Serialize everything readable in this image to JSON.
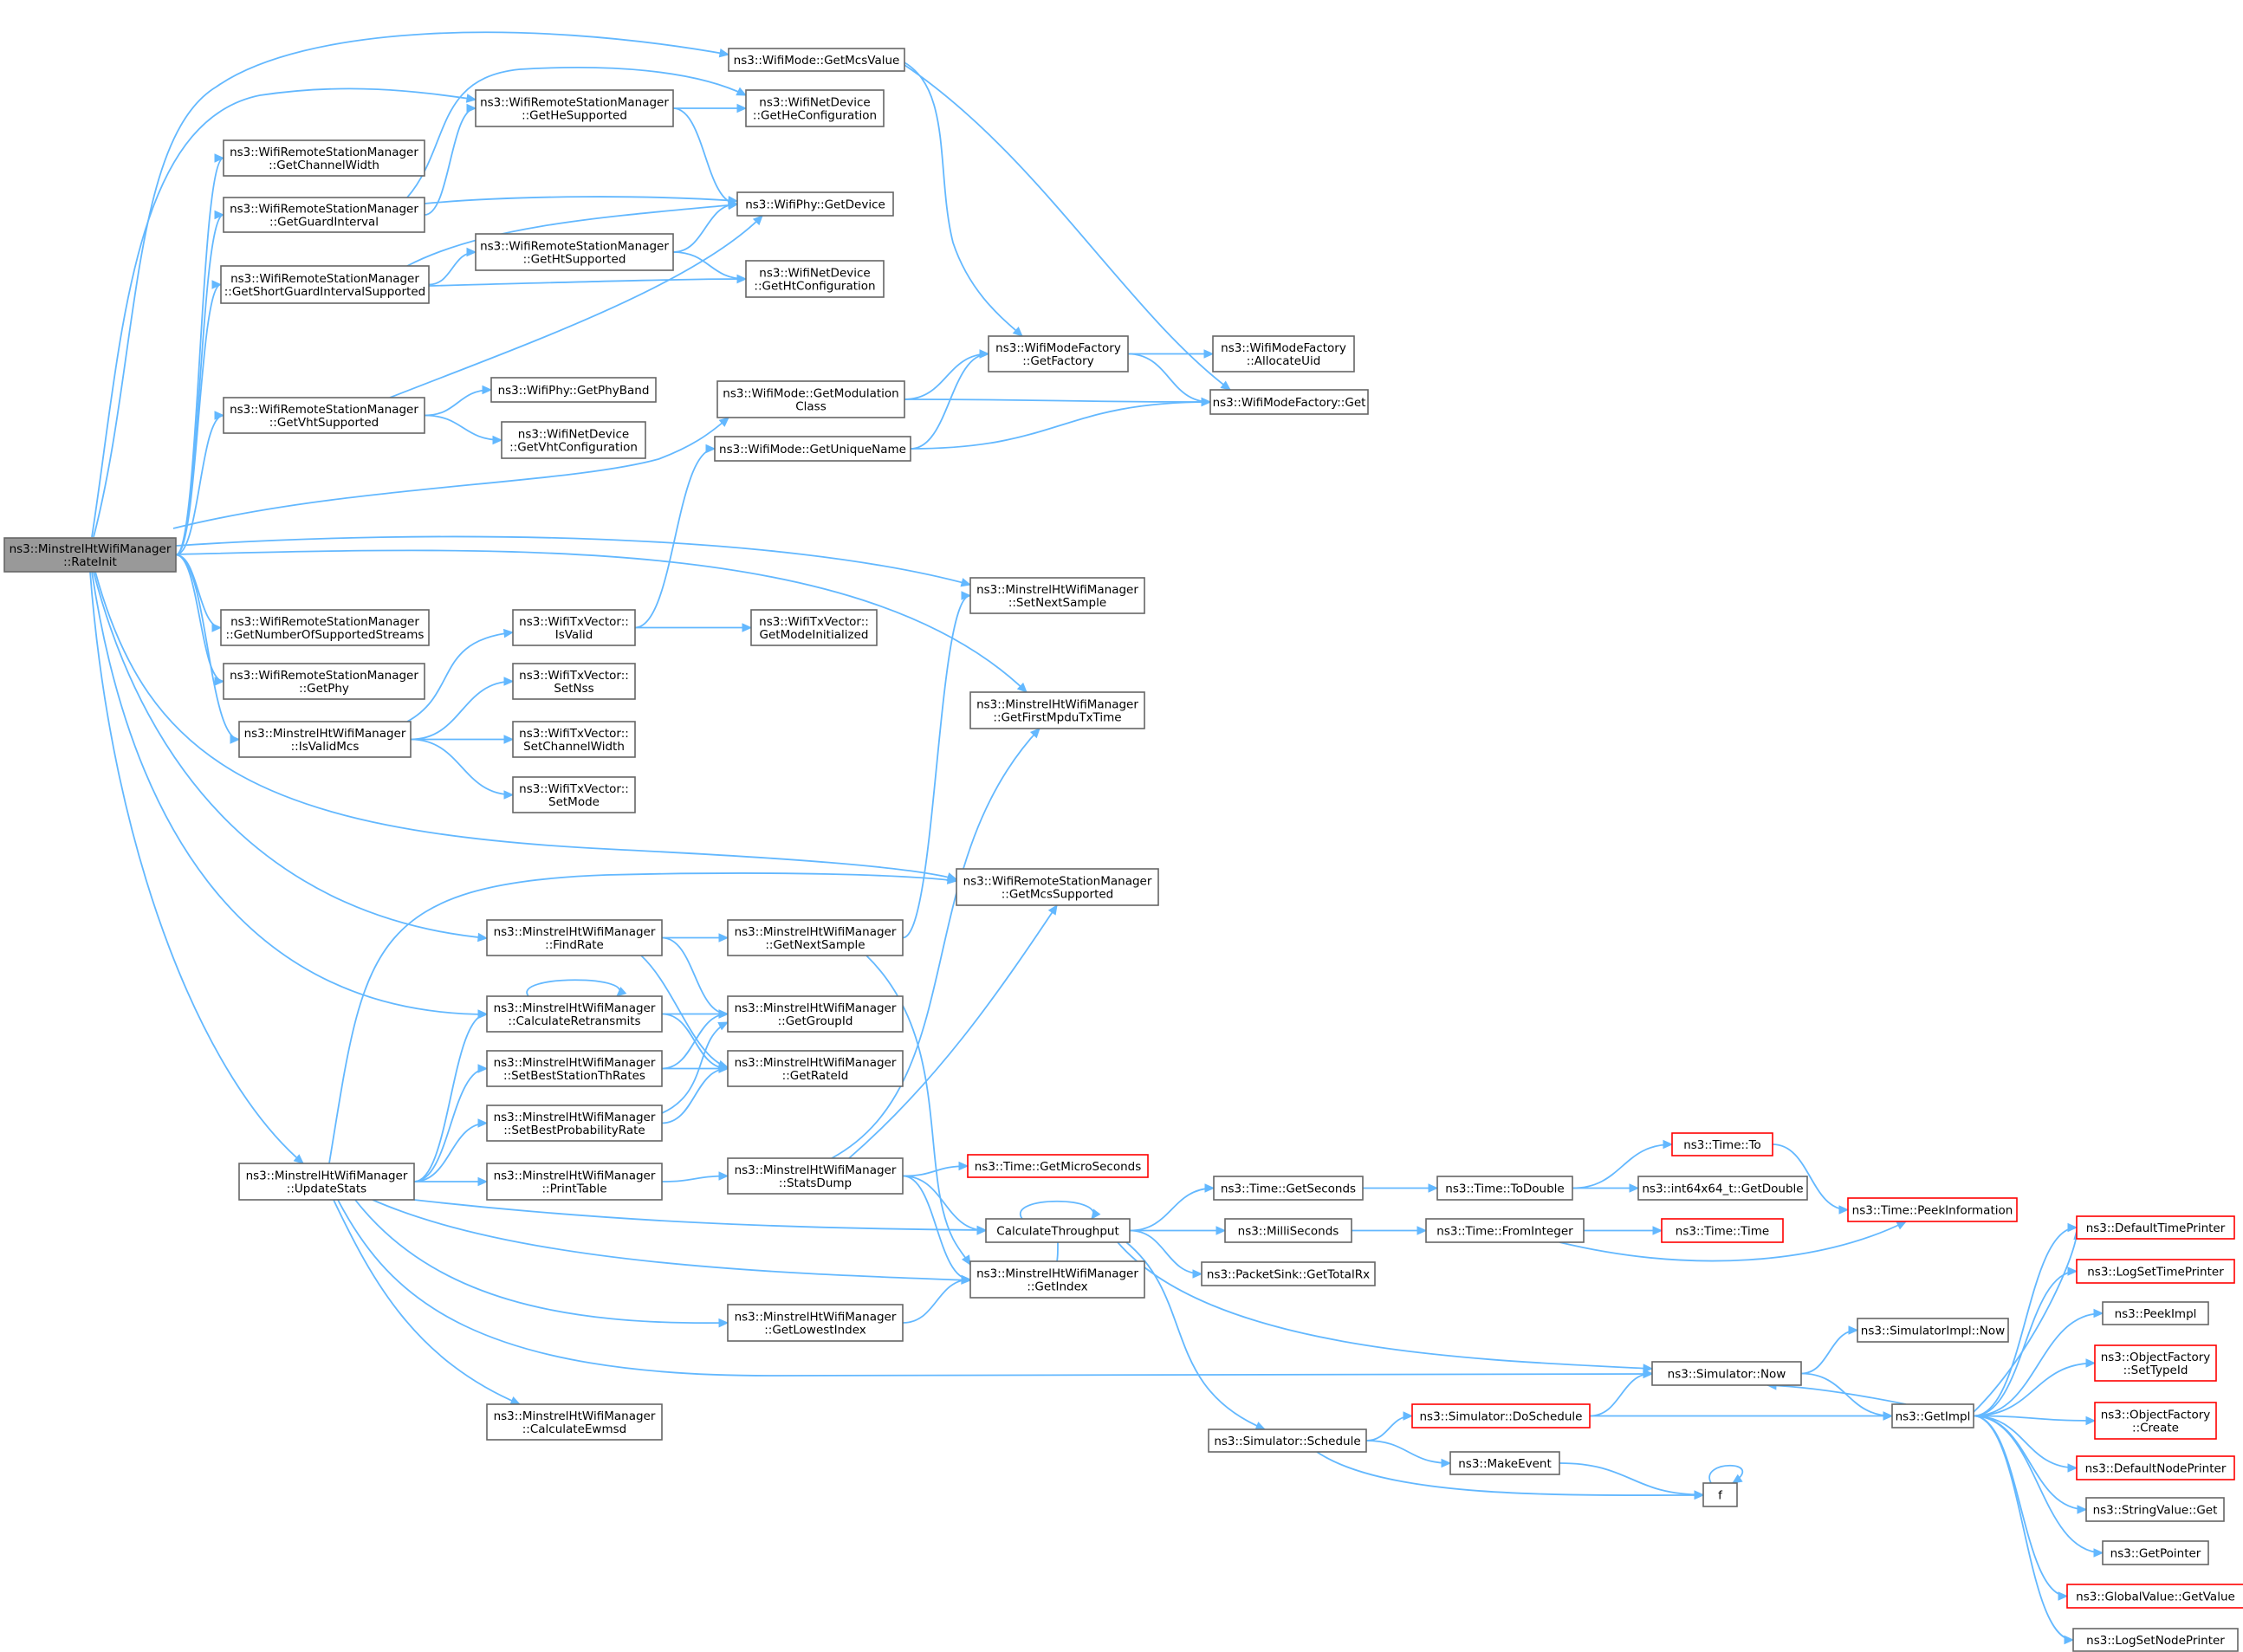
{
  "colors": {
    "edge": "#63b8ff",
    "node_border": "#666666",
    "node_border_red": "#ff0000",
    "root_fill": "#999999"
  },
  "nodes": {
    "root": {
      "lines": [
        "ns3::MinstrelHtWifiManager",
        "::RateInit"
      ]
    },
    "getMcsValue": {
      "lines": [
        "ns3::WifiMode::GetMcsValue"
      ]
    },
    "getHeSupported": {
      "lines": [
        "ns3::WifiRemoteStationManager",
        "::GetHeSupported"
      ]
    },
    "getHeConfiguration": {
      "lines": [
        "ns3::WifiNetDevice",
        "::GetHeConfiguration"
      ]
    },
    "getChannelWidth": {
      "lines": [
        "ns3::WifiRemoteStationManager",
        "::GetChannelWidth"
      ]
    },
    "getGuardInterval": {
      "lines": [
        "ns3::WifiRemoteStationManager",
        "::GetGuardInterval"
      ]
    },
    "getDevice": {
      "lines": [
        "ns3::WifiPhy::GetDevice"
      ]
    },
    "getShortGI": {
      "lines": [
        "ns3::WifiRemoteStationManager",
        "::GetShortGuardIntervalSupported"
      ]
    },
    "getHtSupported": {
      "lines": [
        "ns3::WifiRemoteStationManager",
        "::GetHtSupported"
      ]
    },
    "getHtConfiguration": {
      "lines": [
        "ns3::WifiNetDevice",
        "::GetHtConfiguration"
      ]
    },
    "getFactory": {
      "lines": [
        "ns3::WifiModeFactory",
        "::GetFactory"
      ]
    },
    "allocateUid": {
      "lines": [
        "ns3::WifiModeFactory",
        "::AllocateUid"
      ]
    },
    "getModulationClass": {
      "lines": [
        "ns3::WifiMode::GetModulation",
        "Class"
      ]
    },
    "wifiModeFactoryGet": {
      "lines": [
        "ns3::WifiModeFactory::Get"
      ]
    },
    "getVhtSupported": {
      "lines": [
        "ns3::WifiRemoteStationManager",
        "::GetVhtSupported"
      ]
    },
    "getPhyBand": {
      "lines": [
        "ns3::WifiPhy::GetPhyBand"
      ]
    },
    "getVhtConfiguration": {
      "lines": [
        "ns3::WifiNetDevice",
        "::GetVhtConfiguration"
      ]
    },
    "getUniqueName": {
      "lines": [
        "ns3::WifiMode::GetUniqueName"
      ]
    },
    "setNextSample": {
      "lines": [
        "ns3::MinstrelHtWifiManager",
        "::SetNextSample"
      ]
    },
    "getNumSupportedStreams": {
      "lines": [
        "ns3::WifiRemoteStationManager",
        "::GetNumberOfSupportedStreams"
      ]
    },
    "isValid": {
      "lines": [
        "ns3::WifiTxVector::",
        "IsValid"
      ]
    },
    "getModeInitialized": {
      "lines": [
        "ns3::WifiTxVector::",
        "GetModeInitialized"
      ]
    },
    "getPhy": {
      "lines": [
        "ns3::WifiRemoteStationManager",
        "::GetPhy"
      ]
    },
    "setNss": {
      "lines": [
        "ns3::WifiTxVector::",
        "SetNss"
      ]
    },
    "getFirstMpduTxTime": {
      "lines": [
        "ns3::MinstrelHtWifiManager",
        "::GetFirstMpduTxTime"
      ]
    },
    "isValidMcs": {
      "lines": [
        "ns3::MinstrelHtWifiManager",
        "::IsValidMcs"
      ]
    },
    "setChannelWidth": {
      "lines": [
        "ns3::WifiTxVector::",
        "SetChannelWidth"
      ]
    },
    "setMode": {
      "lines": [
        "ns3::WifiTxVector::",
        "SetMode"
      ]
    },
    "getMcsSupported": {
      "lines": [
        "ns3::WifiRemoteStationManager",
        "::GetMcsSupported"
      ]
    },
    "findRate": {
      "lines": [
        "ns3::MinstrelHtWifiManager",
        "::FindRate"
      ]
    },
    "getNextSample": {
      "lines": [
        "ns3::MinstrelHtWifiManager",
        "::GetNextSample"
      ]
    },
    "calcRetransmits": {
      "lines": [
        "ns3::MinstrelHtWifiManager",
        "::CalculateRetransmits"
      ]
    },
    "getGroupId": {
      "lines": [
        "ns3::MinstrelHtWifiManager",
        "::GetGroupId"
      ]
    },
    "setBestStationThRates": {
      "lines": [
        "ns3::MinstrelHtWifiManager",
        "::SetBestStationThRates"
      ]
    },
    "getRateId": {
      "lines": [
        "ns3::MinstrelHtWifiManager",
        "::GetRateId"
      ]
    },
    "setBestProbRate": {
      "lines": [
        "ns3::MinstrelHtWifiManager",
        "::SetBestProbabilityRate"
      ]
    },
    "updateStats": {
      "lines": [
        "ns3::MinstrelHtWifiManager",
        "::UpdateStats"
      ]
    },
    "printTable": {
      "lines": [
        "ns3::MinstrelHtWifiManager",
        "::PrintTable"
      ]
    },
    "statsDump": {
      "lines": [
        "ns3::MinstrelHtWifiManager",
        "::StatsDump"
      ]
    },
    "getMicroSeconds": {
      "lines": [
        "ns3::Time::GetMicroSeconds"
      ]
    },
    "timeTo": {
      "lines": [
        "ns3::Time::To"
      ]
    },
    "getSeconds": {
      "lines": [
        "ns3::Time::GetSeconds"
      ]
    },
    "toDouble": {
      "lines": [
        "ns3::Time::ToDouble"
      ]
    },
    "int64GetDouble": {
      "lines": [
        "ns3::int64x64_t::GetDouble"
      ]
    },
    "peekInformation": {
      "lines": [
        "ns3::Time::PeekInformation"
      ]
    },
    "calcThroughput": {
      "lines": [
        "CalculateThroughput"
      ]
    },
    "milliSeconds": {
      "lines": [
        "ns3::MilliSeconds"
      ]
    },
    "fromInteger": {
      "lines": [
        "ns3::Time::FromInteger"
      ]
    },
    "timeTime": {
      "lines": [
        "ns3::Time::Time"
      ]
    },
    "defaultTimePrinter": {
      "lines": [
        "ns3::DefaultTimePrinter"
      ]
    },
    "getIndex": {
      "lines": [
        "ns3::MinstrelHtWifiManager",
        "::GetIndex"
      ]
    },
    "getTotalRx": {
      "lines": [
        "ns3::PacketSink::GetTotalRx"
      ]
    },
    "logSetTimePrinter": {
      "lines": [
        "ns3::LogSetTimePrinter"
      ]
    },
    "getLowestIndex": {
      "lines": [
        "ns3::MinstrelHtWifiManager",
        "::GetLowestIndex"
      ]
    },
    "simImplNow": {
      "lines": [
        "ns3::SimulatorImpl::Now"
      ]
    },
    "peekImpl": {
      "lines": [
        "ns3::PeekImpl"
      ]
    },
    "simNow": {
      "lines": [
        "ns3::Simulator::Now"
      ]
    },
    "setTypeId": {
      "lines": [
        "ns3::ObjectFactory",
        "::SetTypeId"
      ]
    },
    "calcEwmsd": {
      "lines": [
        "ns3::MinstrelHtWifiManager",
        "::CalculateEwmsd"
      ]
    },
    "doSchedule": {
      "lines": [
        "ns3::Simulator::DoSchedule"
      ]
    },
    "getImpl": {
      "lines": [
        "ns3::GetImpl"
      ]
    },
    "create": {
      "lines": [
        "ns3::ObjectFactory",
        "::Create"
      ]
    },
    "schedule": {
      "lines": [
        "ns3::Simulator::Schedule"
      ]
    },
    "makeEvent": {
      "lines": [
        "ns3::MakeEvent"
      ]
    },
    "defaultNodePrinter": {
      "lines": [
        "ns3::DefaultNodePrinter"
      ]
    },
    "f": {
      "lines": [
        "f"
      ]
    },
    "stringValueGet": {
      "lines": [
        "ns3::StringValue::Get"
      ]
    },
    "getPointer": {
      "lines": [
        "ns3::GetPointer"
      ]
    },
    "globalValueGetValue": {
      "lines": [
        "ns3::GlobalValue::GetValue"
      ]
    },
    "logSetNodePrinter": {
      "lines": [
        "ns3::LogSetNodePrinter"
      ]
    }
  }
}
